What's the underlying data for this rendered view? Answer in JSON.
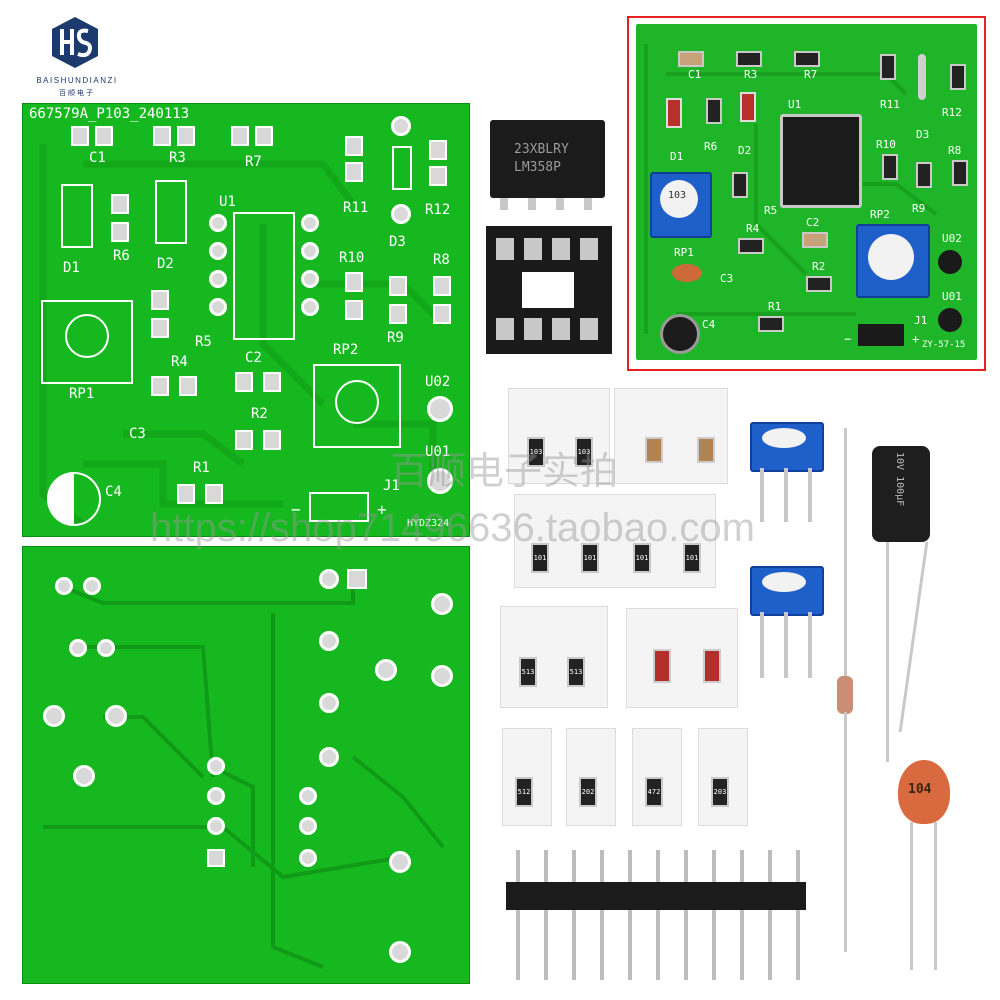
{
  "logo": {
    "name": "BAISHUNDIANZI",
    "subtitle": "百顺电子"
  },
  "top_board": {
    "code": "667579A_P103_240113",
    "marking": "HYDZ324",
    "labels": {
      "c1": "C1",
      "r3": "R3",
      "r7": "R7",
      "r11": "R11",
      "r12": "R12",
      "d1": "D1",
      "r6": "R6",
      "d2": "D2",
      "u1": "U1",
      "d3": "D3",
      "r10": "R10",
      "r8": "R8",
      "r5": "R5",
      "r9": "R9",
      "rp1": "RP1",
      "r4": "R4",
      "c2": "C2",
      "rp2": "RP2",
      "u02": "U02",
      "c3": "C3",
      "r2": "R2",
      "u01": "U01",
      "r1": "R1",
      "c4": "C4",
      "j1": "J1",
      "minus": "−",
      "plus": "+"
    }
  },
  "photo_board": {
    "marking": "ZY-57-15",
    "labels": {
      "c1": "C1",
      "r3": "R3",
      "r7": "R7",
      "r11": "R11",
      "r12": "R12",
      "d1": "D1",
      "r6": "R6",
      "d2": "D2",
      "u1": "U1",
      "d3": "D3",
      "r10": "R10",
      "r8": "R8",
      "r5": "R5",
      "rp2": "RP2",
      "r9": "R9",
      "r4": "R4",
      "c2": "C2",
      "rp1": "RP1",
      "u02": "U02",
      "c3": "C3",
      "r2": "R2",
      "u01": "U01",
      "r1": "R1",
      "c4": "C4",
      "j1": "J1",
      "minus": "−",
      "plus": "+",
      "pot": "103"
    }
  },
  "ic": {
    "line1": "23XBLRY",
    "line2": "LM358P"
  },
  "smd_markings": {
    "tape1": [
      "103",
      "103"
    ],
    "tape3": [
      "101",
      "101",
      "101",
      "101"
    ],
    "tape4": [
      "513",
      "513"
    ],
    "tape6": [
      "512",
      "202",
      "472",
      "203"
    ]
  },
  "capacitors": {
    "electrolytic": "10V 100μF",
    "ceramic": "104"
  },
  "watermark": {
    "line1": "百顺电子实拍",
    "line2": "https://shop71496636.taobao.com"
  },
  "colors": {
    "pcb_green": "#16b81f",
    "silkscreen": "#ffffff",
    "frame_red": "#e52020",
    "trimpot_blue": "#1f5fc9"
  }
}
